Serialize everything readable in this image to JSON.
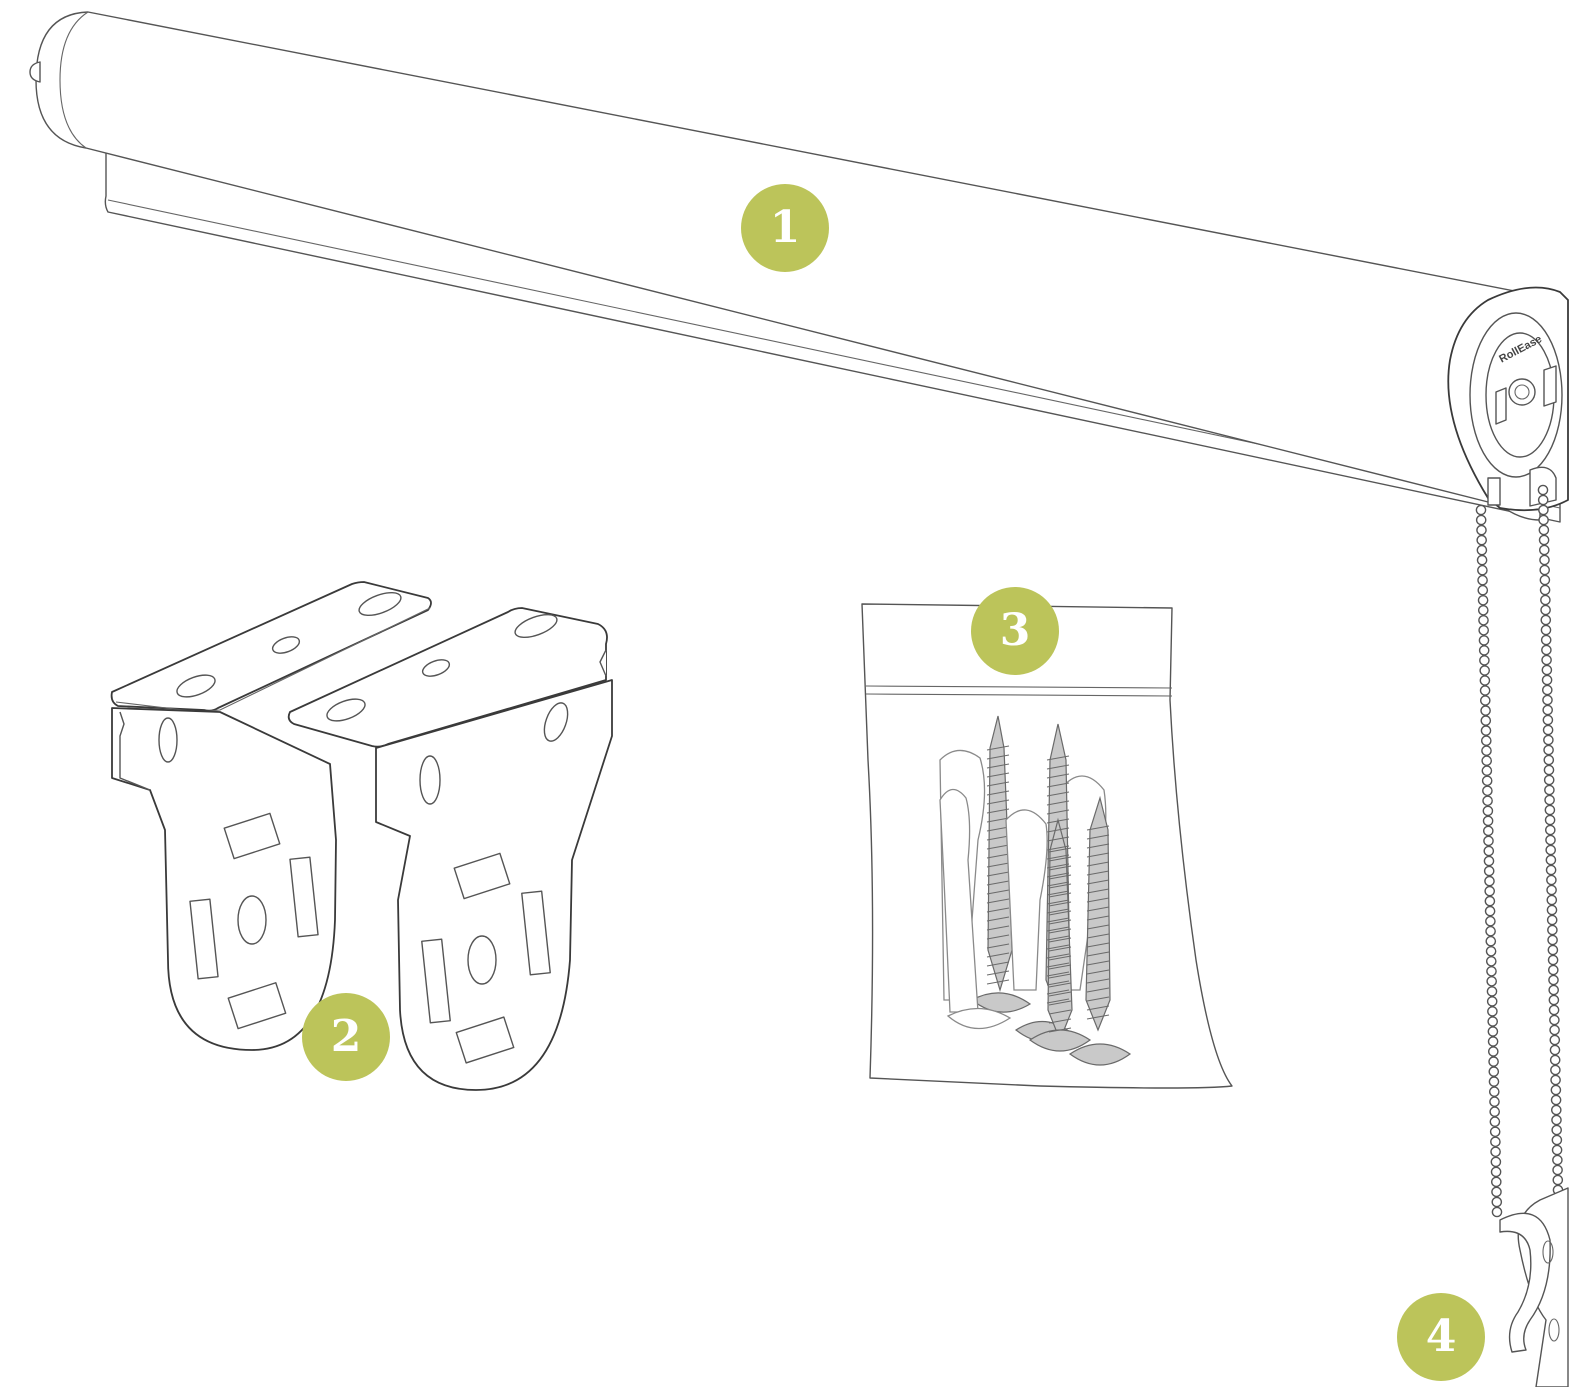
{
  "colors": {
    "badge": "#bcc45a",
    "line": "#555555",
    "part_fill": "#ffffff",
    "hardware_fill": "#c9c9c9"
  },
  "parts": [
    {
      "number": "1",
      "item": "roller-tube-with-rail"
    },
    {
      "number": "2",
      "item": "mounting-brackets"
    },
    {
      "number": "3",
      "item": "screws-and-wall-plugs-bag"
    },
    {
      "number": "4",
      "item": "bead-chain-with-safety-clip"
    }
  ],
  "brand_mark": "RollEase"
}
